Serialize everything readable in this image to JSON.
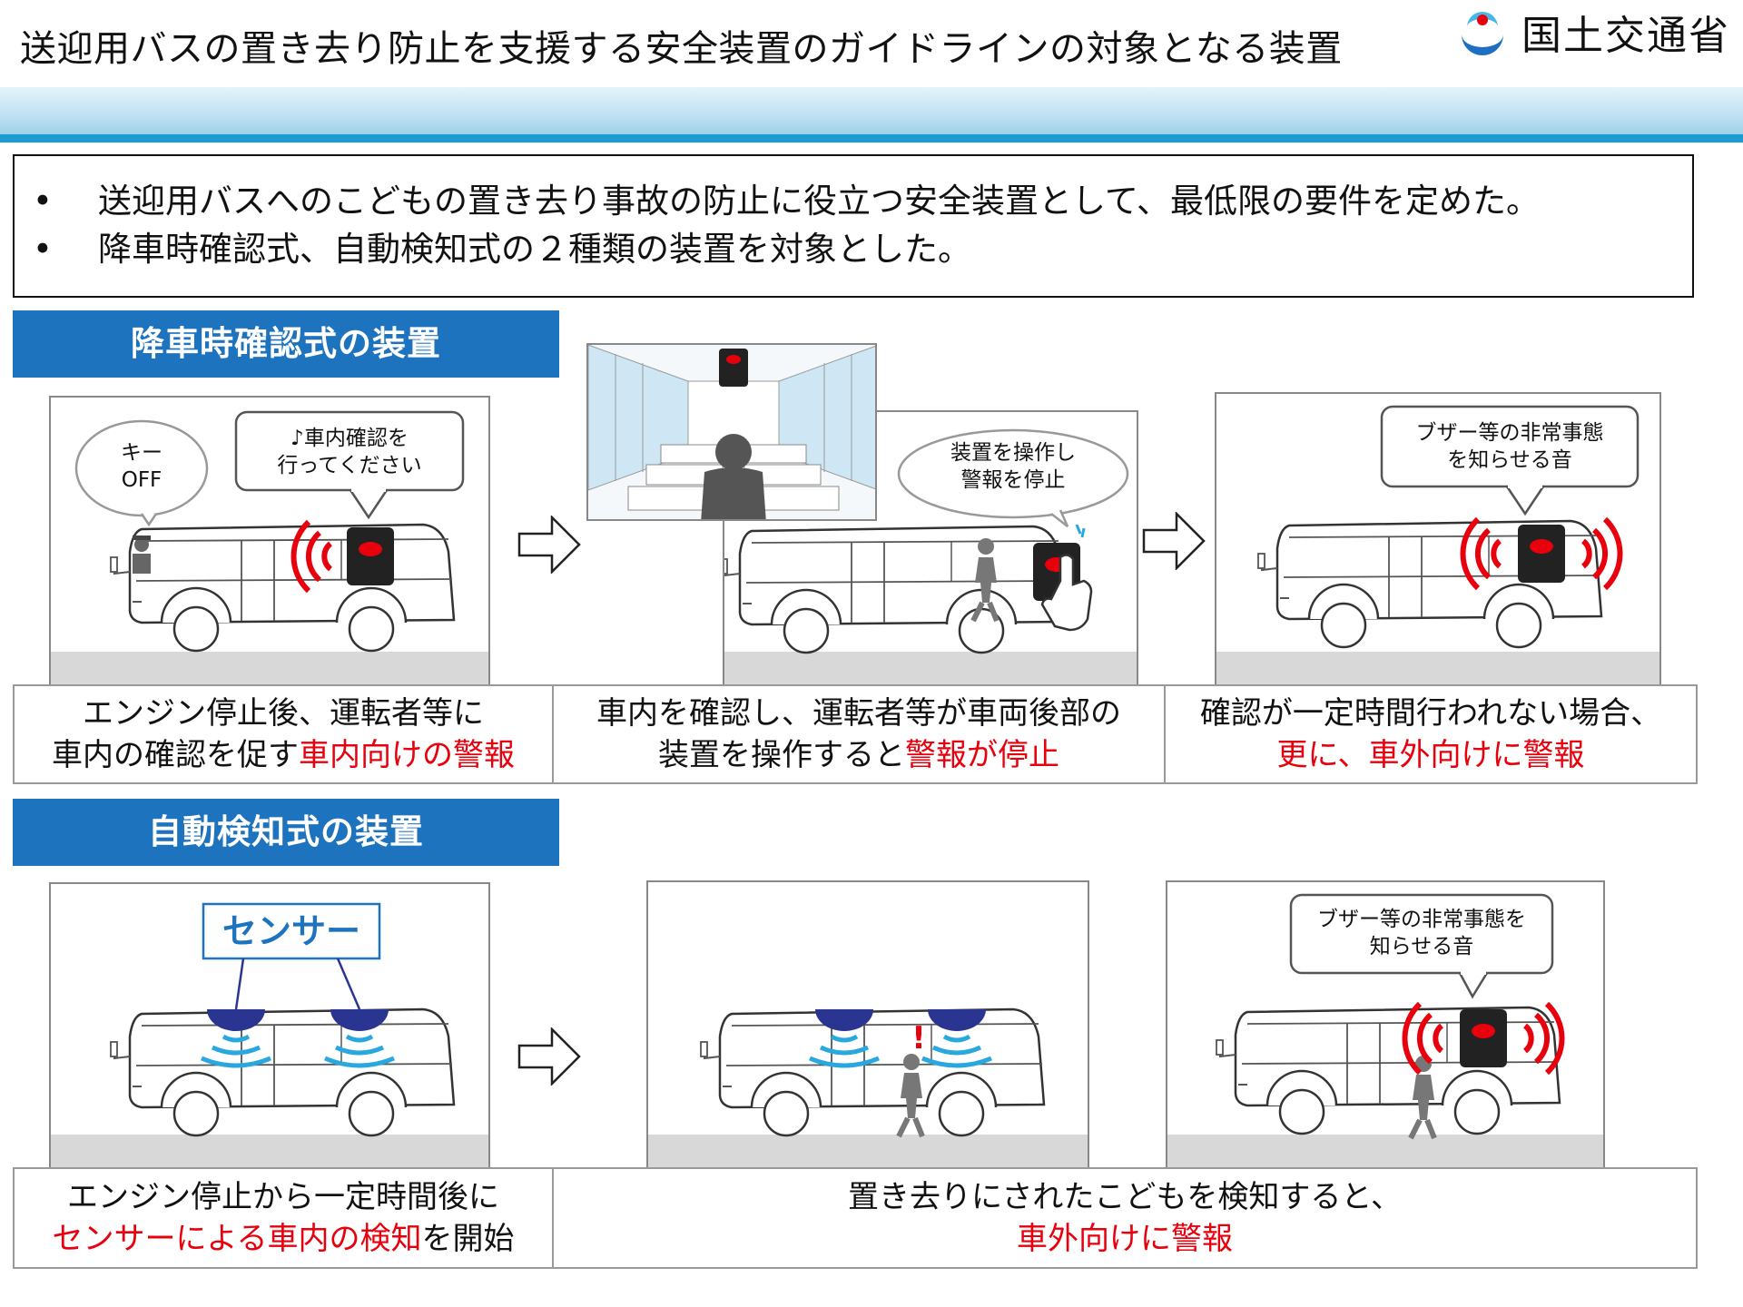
{
  "header": {
    "title": "送迎用バスの置き去り防止を支援する安全装置のガイドラインの対象となる装置",
    "org_name": "国土交通省",
    "logo_icon": "mlit-logo-icon"
  },
  "summary": {
    "bullet_symbol": "•",
    "bullets": [
      "送迎用バスへのこどもの置き去り事故の防止に役立つ安全装置として、最低限の要件を定めた。",
      "降車時確認式、自動検知式の２種類の装置を対象とした。"
    ]
  },
  "section1": {
    "heading": "降車時確認式の装置",
    "panel1": {
      "bubble_left": [
        "キー",
        "OFF"
      ],
      "bubble_right": [
        "♪車内確認を",
        "行ってください"
      ]
    },
    "panel2": {
      "bubble": [
        "装置を操作し",
        "警報を停止"
      ]
    },
    "panel3": {
      "bubble": [
        "ブザー等の非常事態",
        "を知らせる音"
      ]
    },
    "captions": [
      {
        "line1": "エンジン停止後、運転者等に",
        "line2_black": "車内の確認を促す",
        "line2_red": "車内向けの警報"
      },
      {
        "line1": "車内を確認し、運転者等が車両後部の",
        "line2_black": "装置を操作すると",
        "line2_red": "警報が停止"
      },
      {
        "line1": "確認が一定時間行われない場合、",
        "line2_black": "",
        "line2_red": "更に、車外向けに警報"
      }
    ]
  },
  "section2": {
    "heading": "自動検知式の装置",
    "panel1": {
      "sensor_label": "センサー"
    },
    "panel2": {
      "mark": "!"
    },
    "panel3": {
      "bubble": [
        "ブザー等の非常事態を",
        "知らせる音"
      ]
    },
    "captions": [
      {
        "line1": "エンジン停止から一定時間後に",
        "line2_red": "センサーによる車内の検知",
        "line2_black": "を開始"
      },
      {
        "line1": "置き去りにされたこどもを検知すると、",
        "line2_red": "車外向けに警報"
      }
    ]
  },
  "colors": {
    "accent_blue": "#1e73be",
    "alert_red": "#e8000d",
    "sensor_blue": "#2a3591",
    "wave_blue": "#29a8e0"
  }
}
